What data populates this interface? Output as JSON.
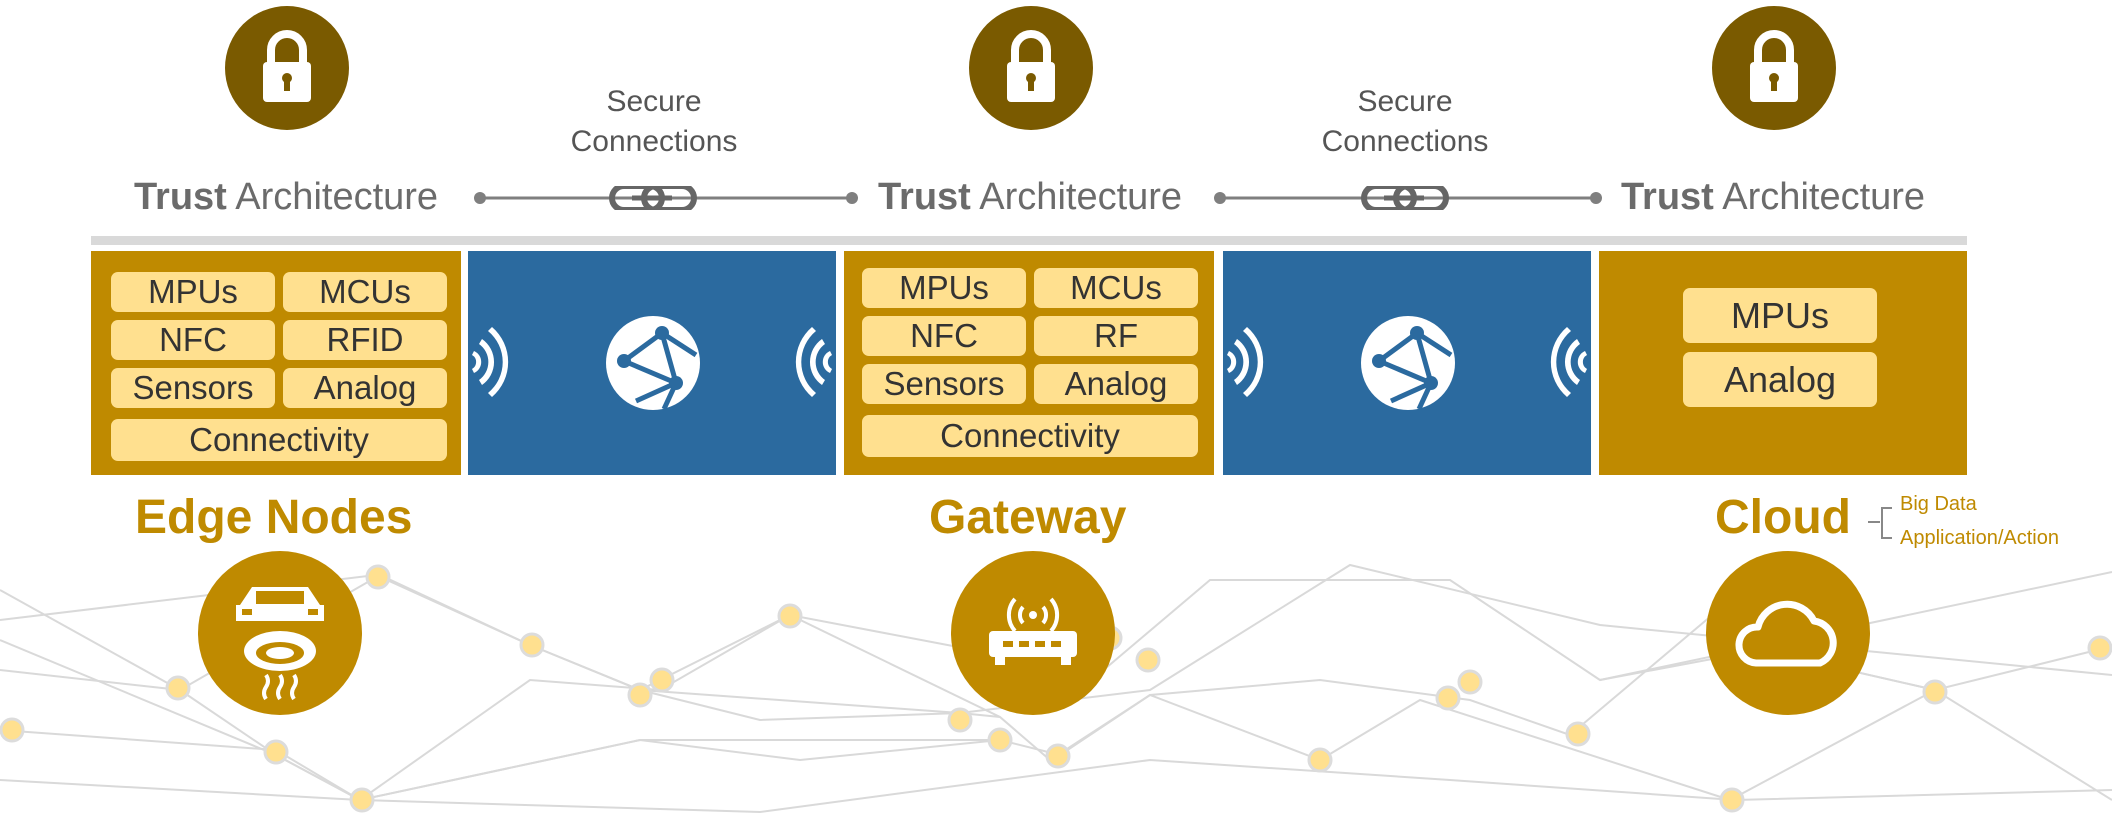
{
  "trust_label": {
    "bold": "Trust",
    "rest": " Architecture"
  },
  "secure_connections": {
    "line1": "Secure",
    "line2": "Connections"
  },
  "edge_nodes": {
    "title": "Edge Nodes",
    "chips": [
      "MPUs",
      "MCUs",
      "NFC",
      "RFID",
      "Sensors",
      "Analog",
      "Connectivity"
    ]
  },
  "gateway": {
    "title": "Gateway",
    "chips": [
      "MPUs",
      "MCUs",
      "NFC",
      "RF",
      "Sensors",
      "Analog",
      "Connectivity"
    ]
  },
  "cloud": {
    "title": "Cloud",
    "chips": [
      "MPUs",
      "Analog"
    ],
    "notes": [
      "Big Data",
      "Application/Action"
    ]
  },
  "colors": {
    "gold": "#bf8a00",
    "dark_gold": "#7a5a00",
    "blue": "#2b6a9f",
    "chip": "#ffe08f",
    "network_dot": "#ffe08f",
    "network_line": "#d9d9d9"
  },
  "icons": [
    "lock-icon",
    "chain-link-icon",
    "globe-network-icon",
    "wireless-signal-icon",
    "car-icon",
    "smoke-detector-icon",
    "router-icon",
    "cloud-icon"
  ]
}
